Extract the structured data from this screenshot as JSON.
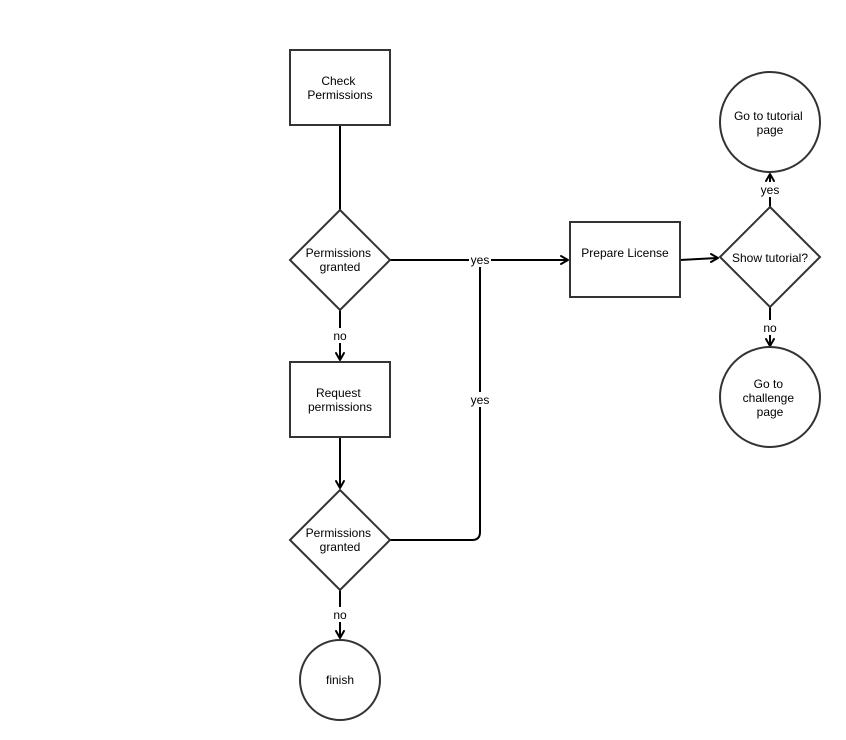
{
  "diagram": {
    "nodes": {
      "check_permissions": {
        "lines": [
          "Check",
          "Permissions"
        ]
      },
      "permissions_granted_1": {
        "lines": [
          "Permissions",
          "granted"
        ]
      },
      "request_permissions": {
        "lines": [
          "Request",
          "permissions"
        ]
      },
      "permissions_granted_2": {
        "lines": [
          "Permissions",
          "granted"
        ]
      },
      "finish": {
        "lines": [
          "finish"
        ]
      },
      "prepare_license": {
        "lines": [
          "Prepare License"
        ]
      },
      "show_tutorial": {
        "lines": [
          "Show tutorial?"
        ]
      },
      "go_to_tutorial": {
        "lines": [
          "Go to tutorial",
          "page"
        ]
      },
      "go_to_challenge": {
        "lines": [
          "Go to",
          "challenge",
          "page"
        ]
      }
    },
    "edge_labels": {
      "granted1_no": "no",
      "granted1_yes": "yes",
      "granted2_no": "no",
      "granted2_yes": "yes",
      "tutorial_yes": "yes",
      "tutorial_no": "no"
    }
  }
}
